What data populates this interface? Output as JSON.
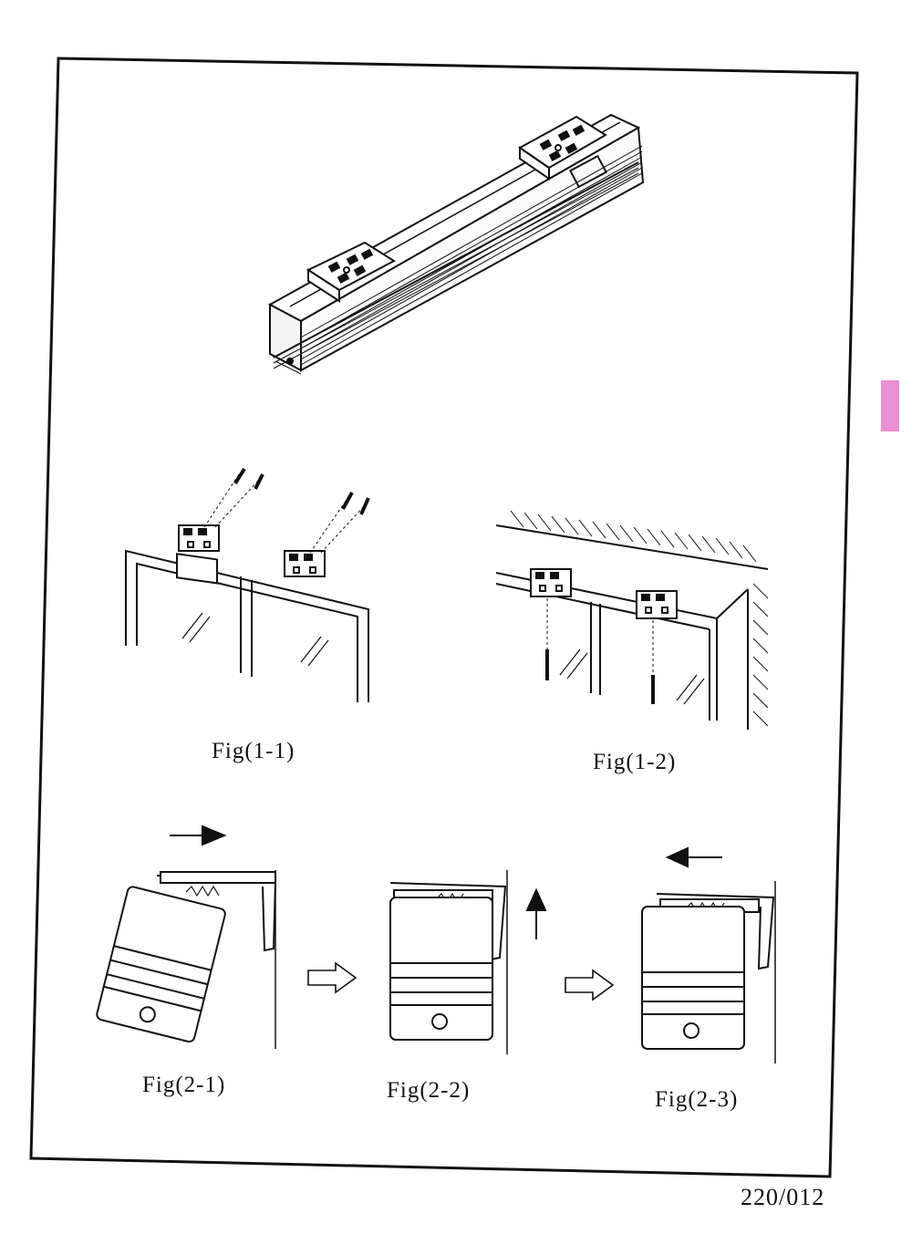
{
  "figures": {
    "fig_1_1": "Fig(1-1)",
    "fig_1_2": "Fig(1-2)",
    "fig_2_1": "Fig(2-1)",
    "fig_2_2": "Fig(2-2)",
    "fig_2_3": "Fig(2-3)"
  },
  "page_number": "220/012",
  "colors": {
    "ink": "#111111",
    "side_tab": "#e98fd3"
  }
}
